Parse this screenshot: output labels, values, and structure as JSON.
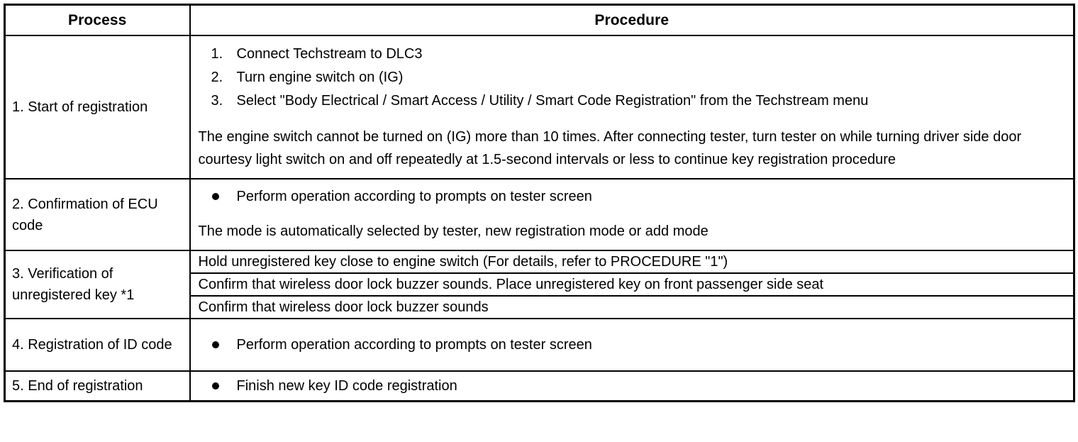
{
  "table": {
    "headers": {
      "process": "Process",
      "procedure": "Procedure"
    },
    "rows": [
      {
        "process": "1. Start of registration",
        "numbered_items": [
          {
            "num": "1.",
            "text": "Connect Techstream to DLC3"
          },
          {
            "num": "2.",
            "text": "Turn engine switch on (IG)"
          },
          {
            "num": "3.",
            "text": "Select \"Body Electrical / Smart Access / Utility / Smart Code Registration\" from the Techstream menu"
          }
        ],
        "note": "The engine switch cannot be turned on (IG) more than 10 times. After connecting tester, turn tester on while turning driver side door courtesy light switch on and off repeatedly at 1.5-second intervals or less to continue key registration procedure"
      },
      {
        "process": "2. Confirmation of ECU code",
        "bullets": [
          "Perform operation according to prompts on tester screen"
        ],
        "note": "The mode is automatically selected by tester, new registration mode or add mode"
      },
      {
        "process": "3. Verification of unregistered key *1",
        "subrows": [
          "Hold unregistered key close to engine switch (For details, refer to PROCEDURE \"1\")",
          "Confirm that wireless door lock buzzer sounds. Place unregistered key on front passenger side seat",
          "Confirm that wireless door lock buzzer sounds"
        ]
      },
      {
        "process": "4. Registration of ID code",
        "bullets": [
          "Perform operation according to prompts on tester screen"
        ]
      },
      {
        "process": "5. End of registration",
        "bullets": [
          "Finish new key ID code registration"
        ]
      }
    ]
  }
}
